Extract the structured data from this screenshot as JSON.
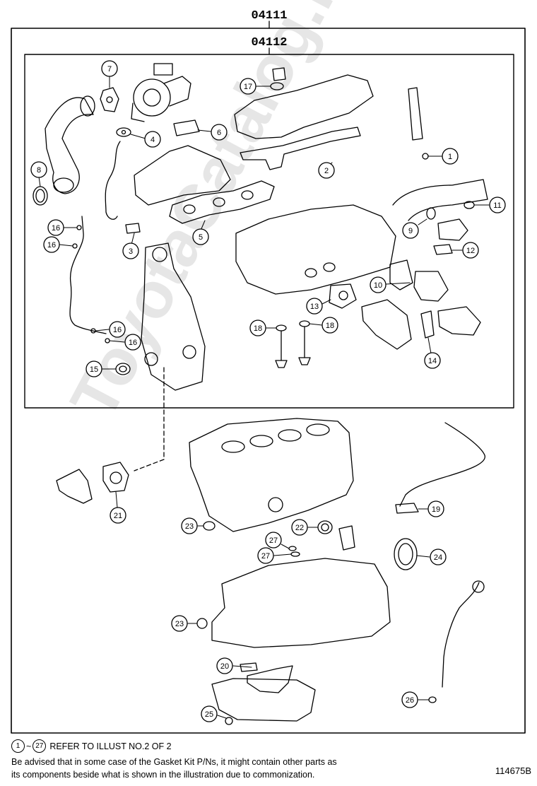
{
  "header": {
    "outer_kit_code": "04111",
    "inner_kit_code": "04112"
  },
  "watermark": "ToyotaCatalog.ru",
  "callouts": [
    {
      "id": "c1",
      "label": "1"
    },
    {
      "id": "c2",
      "label": "2"
    },
    {
      "id": "c3",
      "label": "3"
    },
    {
      "id": "c4",
      "label": "4"
    },
    {
      "id": "c5",
      "label": "5"
    },
    {
      "id": "c6",
      "label": "6"
    },
    {
      "id": "c7",
      "label": "7"
    },
    {
      "id": "c8",
      "label": "8"
    },
    {
      "id": "c9",
      "label": "9"
    },
    {
      "id": "c10",
      "label": "10"
    },
    {
      "id": "c11",
      "label": "11"
    },
    {
      "id": "c12",
      "label": "12"
    },
    {
      "id": "c13",
      "label": "13"
    },
    {
      "id": "c14",
      "label": "14"
    },
    {
      "id": "c15",
      "label": "15"
    },
    {
      "id": "c16a",
      "label": "16"
    },
    {
      "id": "c16b",
      "label": "16"
    },
    {
      "id": "c16c",
      "label": "16"
    },
    {
      "id": "c16d",
      "label": "16"
    },
    {
      "id": "c17",
      "label": "17"
    },
    {
      "id": "c18a",
      "label": "18"
    },
    {
      "id": "c18b",
      "label": "18"
    },
    {
      "id": "c19",
      "label": "19"
    },
    {
      "id": "c20",
      "label": "20"
    },
    {
      "id": "c21",
      "label": "21"
    },
    {
      "id": "c22",
      "label": "22"
    },
    {
      "id": "c23a",
      "label": "23"
    },
    {
      "id": "c23b",
      "label": "23"
    },
    {
      "id": "c24",
      "label": "24"
    },
    {
      "id": "c25",
      "label": "25"
    },
    {
      "id": "c26",
      "label": "26"
    },
    {
      "id": "c27a",
      "label": "27"
    },
    {
      "id": "c27b",
      "label": "27"
    }
  ],
  "footer": {
    "range_start": "1",
    "range_sep": "~",
    "range_end": "27",
    "note": "REFER TO ILLUST NO.2 OF 2",
    "disclaimer_line1": "Be advised that in some case of the Gasket Kit P/Ns,  it might contain other parts as",
    "disclaimer_line2": "its components beside what is shown in the illustration due to commonization.",
    "drawing_number": "114675B"
  }
}
